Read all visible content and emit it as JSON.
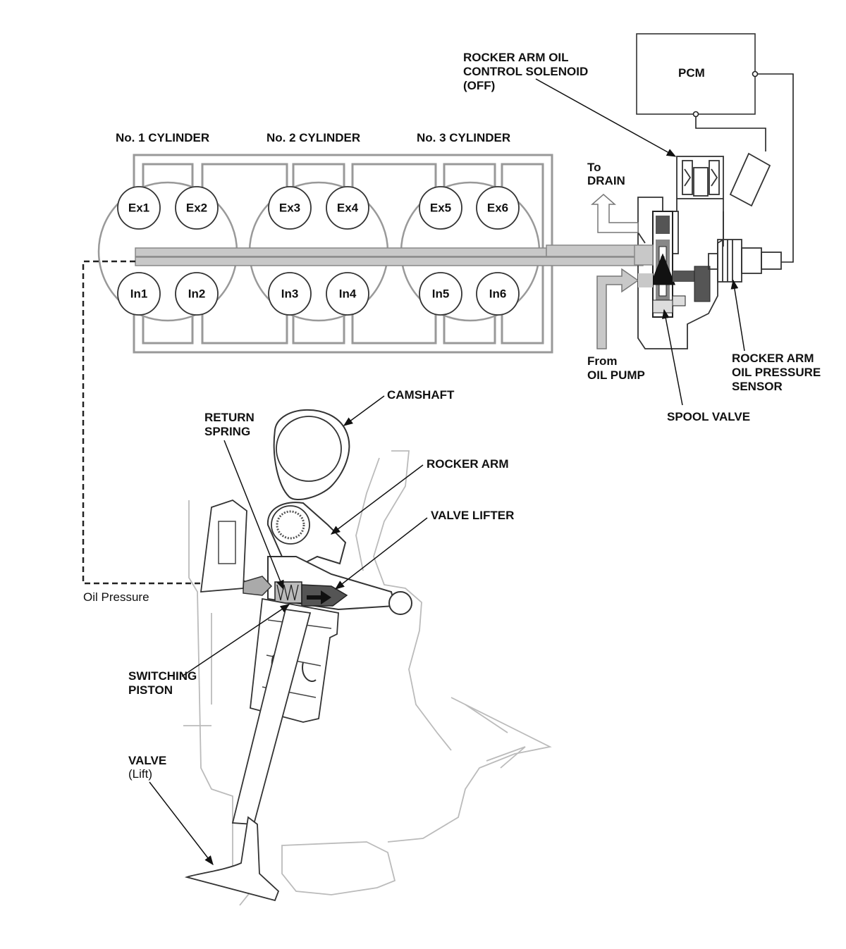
{
  "cylinders": [
    {
      "label": "No. 1 CYLINDER",
      "exhaust": [
        "Ex1",
        "Ex2"
      ],
      "intake": [
        "In1",
        "In2"
      ]
    },
    {
      "label": "No. 2 CYLINDER",
      "exhaust": [
        "Ex3",
        "Ex4"
      ],
      "intake": [
        "In3",
        "In4"
      ]
    },
    {
      "label": "No. 3 CYLINDER",
      "exhaust": [
        "Ex5",
        "Ex6"
      ],
      "intake": [
        "In5",
        "In6"
      ]
    }
  ],
  "labels": {
    "pcm": "PCM",
    "solenoid": [
      "ROCKER ARM OIL",
      "CONTROL SOLENOID",
      "(OFF)"
    ],
    "drain": [
      "To",
      "DRAIN"
    ],
    "oil_pump": [
      "From",
      "OIL PUMP"
    ],
    "sensor": [
      "ROCKER ARM",
      "OIL PRESSURE",
      "SENSOR"
    ],
    "spool_valve": "SPOOL VALVE",
    "camshaft": "CAMSHAFT",
    "return_spring": [
      "RETURN",
      "SPRING"
    ],
    "rocker_arm": "ROCKER ARM",
    "valve_lifter": "VALVE LIFTER",
    "oil_pressure": "Oil Pressure",
    "switching_piston": [
      "SWITCHING",
      "PISTON"
    ],
    "valve": [
      "VALVE",
      "(Lift)"
    ]
  },
  "colors": {
    "line": "#222222",
    "frame": "#999999",
    "oil": "#c8c8c8",
    "dark_oil": "#555555"
  }
}
